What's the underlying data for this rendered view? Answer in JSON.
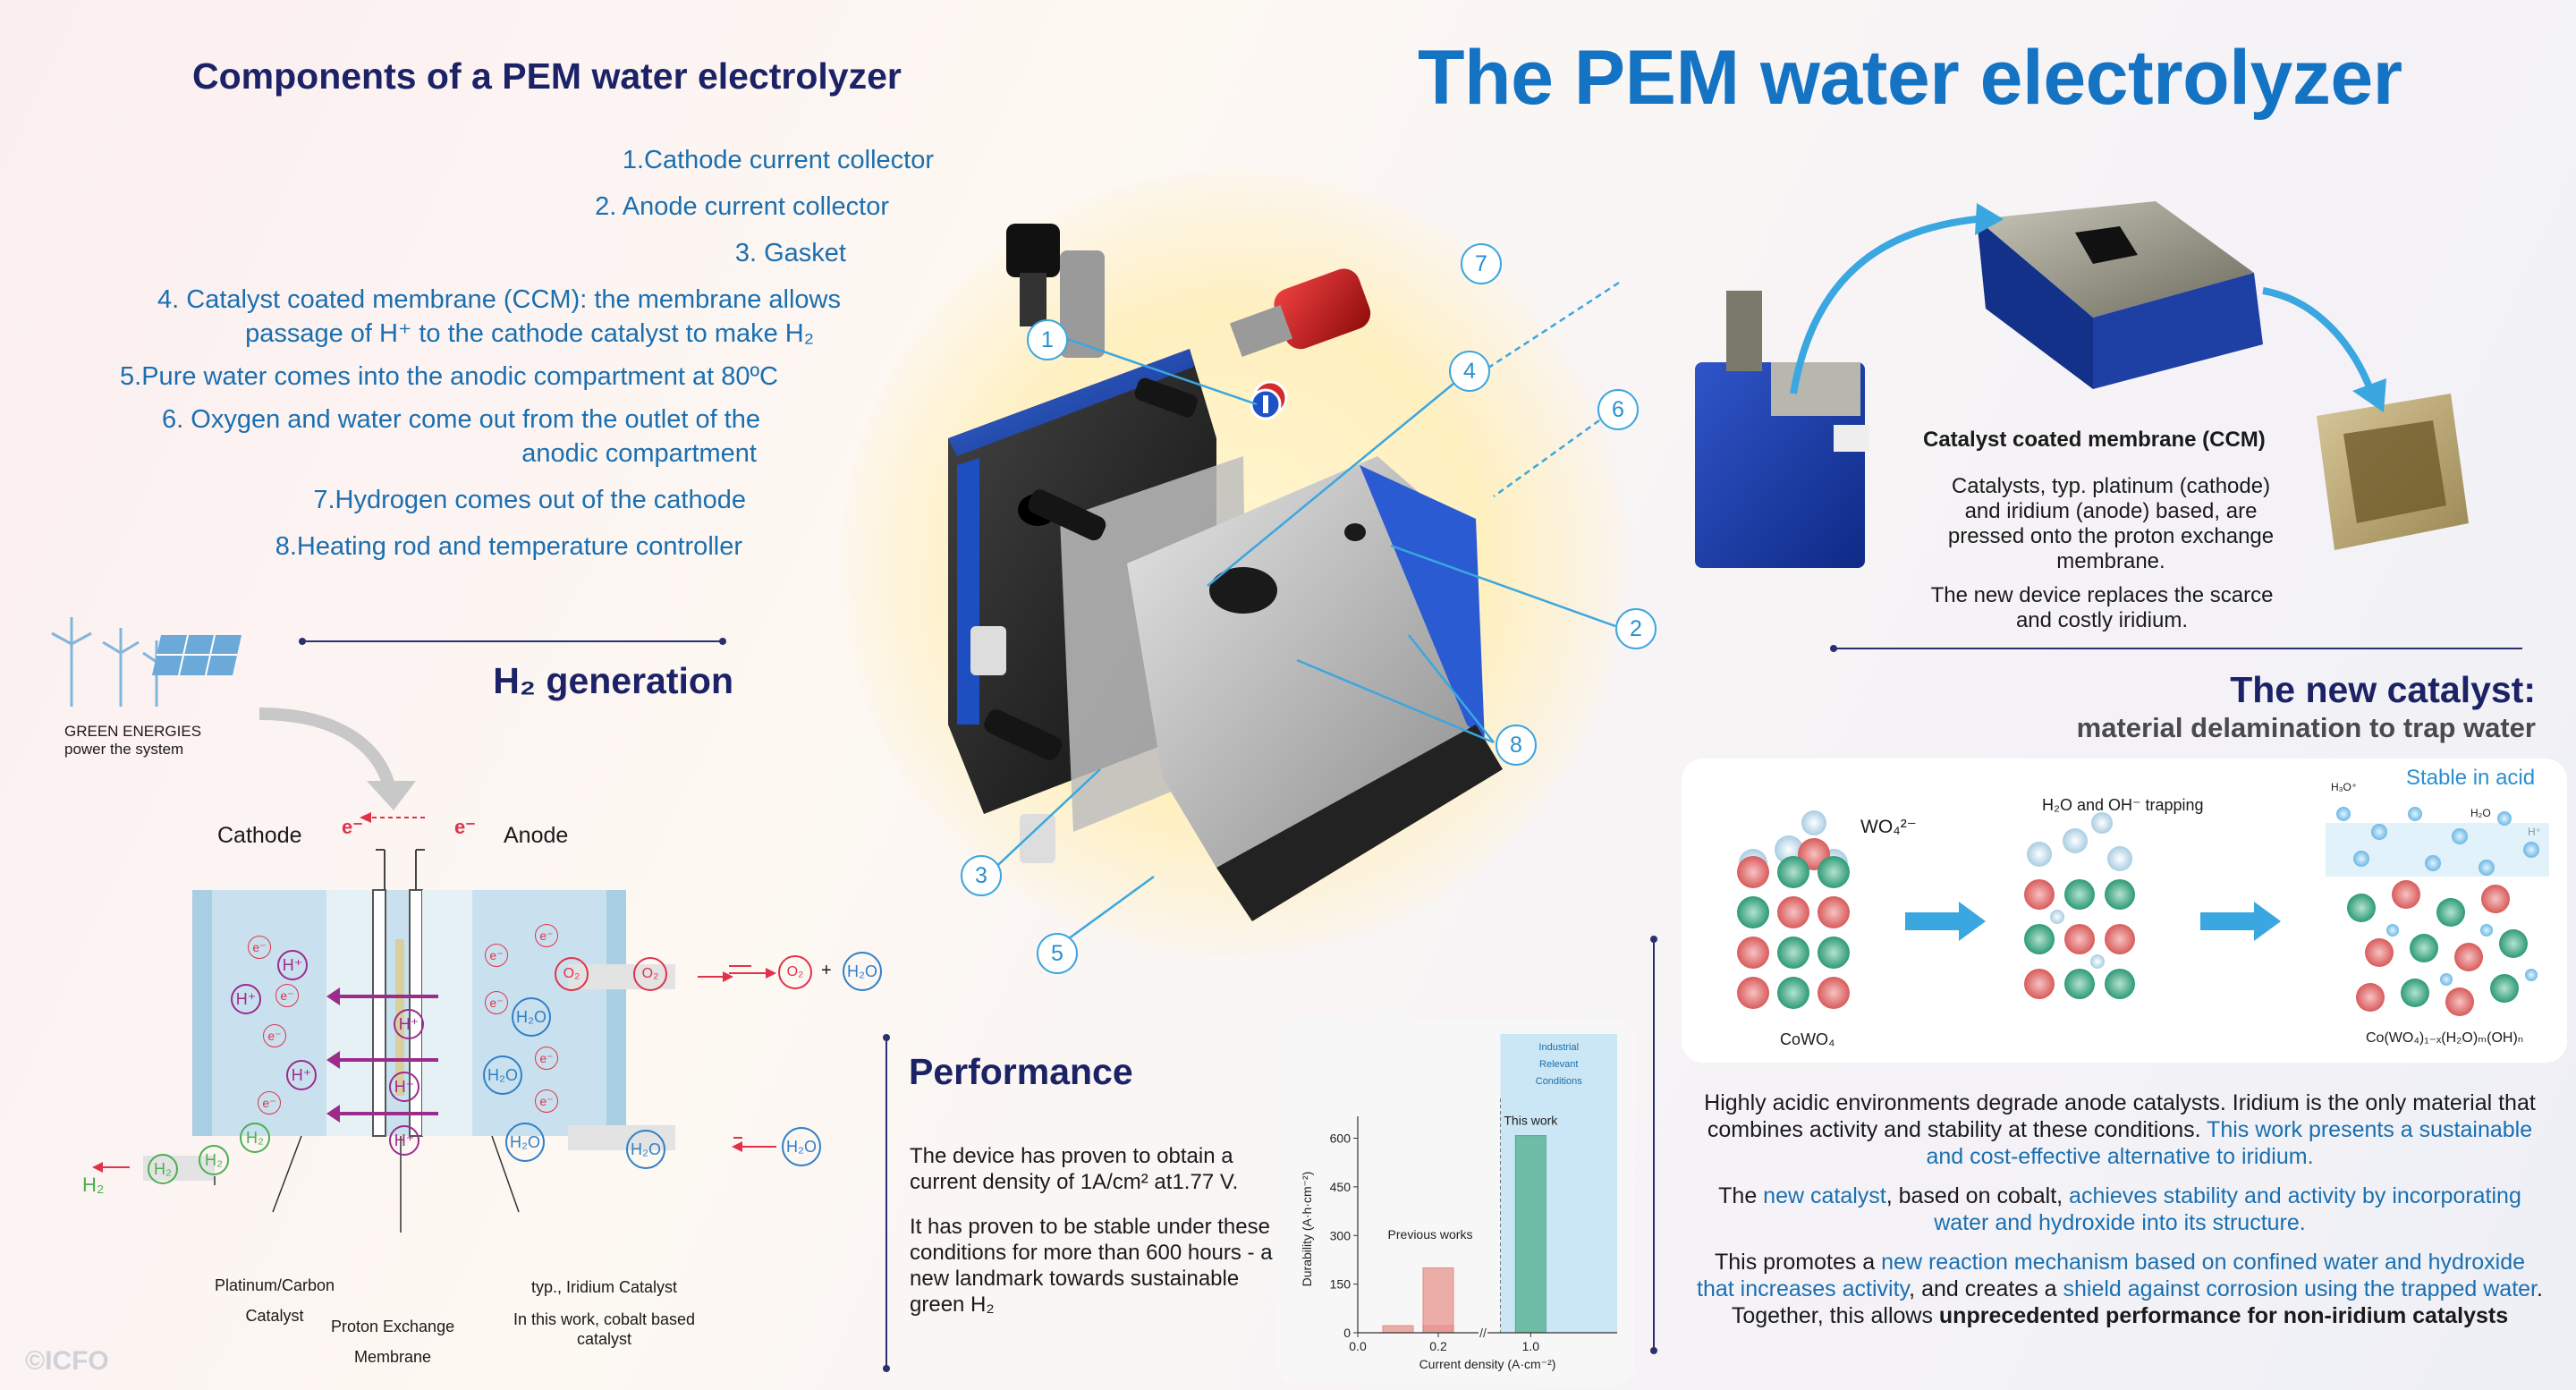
{
  "title": "The PEM water electrolyzer",
  "components": {
    "heading": "Components of a PEM water electrolyzer",
    "items": [
      "1.Cathode current collector",
      "2. Anode current collector",
      "3. Gasket",
      "4. Catalyst coated membrane (CCM): the membrane allows",
      "passage of H⁺ to the cathode catalyst to make H₂",
      "5.Pure water comes into the anodic compartment at 80ºC",
      "6. Oxygen and water come out from the outlet of the",
      "anodic compartment",
      "7.Hydrogen comes out of the cathode",
      "8.Heating rod and temperature controller"
    ]
  },
  "callouts": [
    "1",
    "2",
    "3",
    "4",
    "5",
    "6",
    "7",
    "8"
  ],
  "h2gen": {
    "heading": "H₂ generation",
    "green_label_1": "GREEN ENERGIES",
    "green_label_2": "power the system",
    "cathode": "Cathode",
    "anode": "Anode",
    "electron": "e⁻",
    "proton": "H⁺",
    "oxygen": "O₂",
    "water": "H₂O",
    "hydrogen": "H₂",
    "plus": "+",
    "pt_label_1": "Platinum/Carbon",
    "pt_label_2": "Catalyst",
    "pem_label_1": "Proton Exchange",
    "pem_label_2": "Membrane",
    "ir_label_1": "typ., Iridium Catalyst",
    "ir_label_2": "In this work, cobalt based",
    "ir_label_3": "catalyst"
  },
  "ccm": {
    "heading": "Catalyst coated membrane (CCM)",
    "text_1": "Catalysts, typ. platinum (cathode) and iridium (anode) based, are pressed onto the proton exchange membrane.",
    "text_2": "The new device replaces the scarce and costly iridium."
  },
  "catalyst": {
    "heading": "The new catalyst:",
    "subheading": "material delamination to trap water",
    "stable": "Stable in acid",
    "label_cowo4": "CoWO₄",
    "label_wo4": "WO₄²⁻",
    "label_trapping": "H₂O and OH⁻ trapping",
    "label_final": "Co(WO₄)₁₋ₓ(H₂O)ₘ(OH)ₙ",
    "mini_h3o": "H₃O⁺",
    "mini_h2o": "H₂O",
    "mini_h": "H⁺",
    "p1_a": "Highly acidic environments degrade anode catalysts. Iridium is the only material that combines activity and stability at these conditions. ",
    "p1_b": "This work presents a sustainable and cost-effective alternative to iridium.",
    "p2_a": "The ",
    "p2_b": "new catalyst",
    "p2_c": ", based on cobalt, ",
    "p2_d": "achieves stability and activity by incorporating water and hydroxide into its structure.",
    "p3_a": "This promotes a ",
    "p3_b": "new reaction mechanism based on confined water and hydroxide that increases activity",
    "p3_c": ", and creates a ",
    "p3_d": "shield against corrosion using the trapped water",
    "p3_e": ". Together, this allows ",
    "p3_f": "unprecedented performance for non-iridium catalysts"
  },
  "performance": {
    "heading": "Performance",
    "text_1": "The device has proven to obtain a current density of 1A/cm² at1.77 V.",
    "text_2": "It has proven to be stable under these conditions for more than 600 hours - a new landmark towards sustainable green H₂"
  },
  "chart_data": {
    "type": "bar",
    "title": "",
    "xlabel": "Current density (A·cm⁻²)",
    "ylabel": "Durability (A·h·cm⁻²)",
    "ylim": [
      0,
      640
    ],
    "xlim": [
      0,
      1.2
    ],
    "xticks": [
      "0.0",
      "0.2",
      "1.0"
    ],
    "yticks": [
      "0",
      "150",
      "300",
      "450",
      "600"
    ],
    "shaded_label": "Industrial Relevant Conditions",
    "series": [
      {
        "name": "Previous works",
        "x": [
          0.1,
          0.2,
          0.2
        ],
        "values": [
          22,
          22,
          200
        ],
        "color": "#e8958e"
      },
      {
        "name": "This work",
        "x": [
          1.0
        ],
        "values": [
          608
        ],
        "color": "#5fb79a"
      }
    ]
  },
  "copyright": "©ICFO",
  "colors": {
    "accent_blue": "#1573c4",
    "dark_navy": "#1c2266",
    "callout": "#3aa7e0",
    "proton": "#9c2b8c",
    "electron": "#e0334a",
    "water": "#2f7fc8",
    "hydrogen": "#4caf50"
  }
}
